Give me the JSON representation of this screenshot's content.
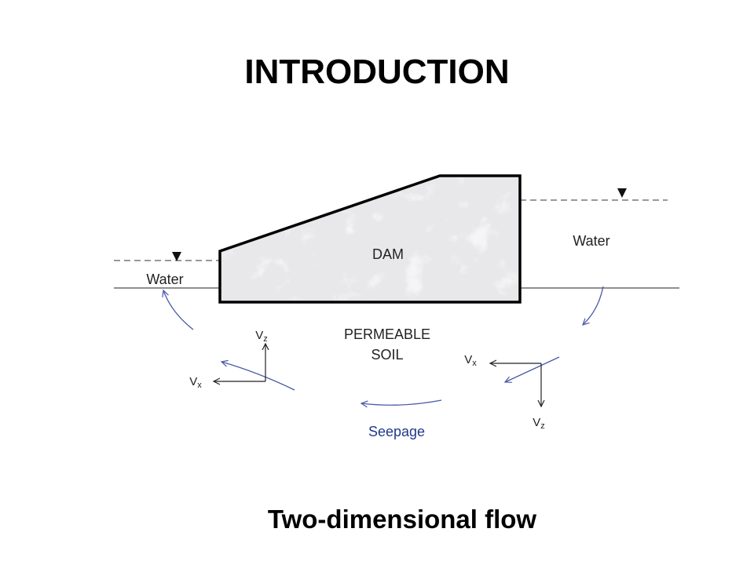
{
  "slide": {
    "title": "INTRODUCTION",
    "caption": "Two-dimensional flow"
  },
  "diagram": {
    "dam_label": "DAM",
    "soil_label_line1": "PERMEABLE",
    "soil_label_line2": "SOIL",
    "water_left_label": "Water",
    "water_right_label": "Water",
    "seepage_label": "Seepage",
    "velocity_base": "V",
    "vz_subscript": "z",
    "vx_subscript": "x",
    "seepage_arrow_color": "#4a5aa8"
  }
}
